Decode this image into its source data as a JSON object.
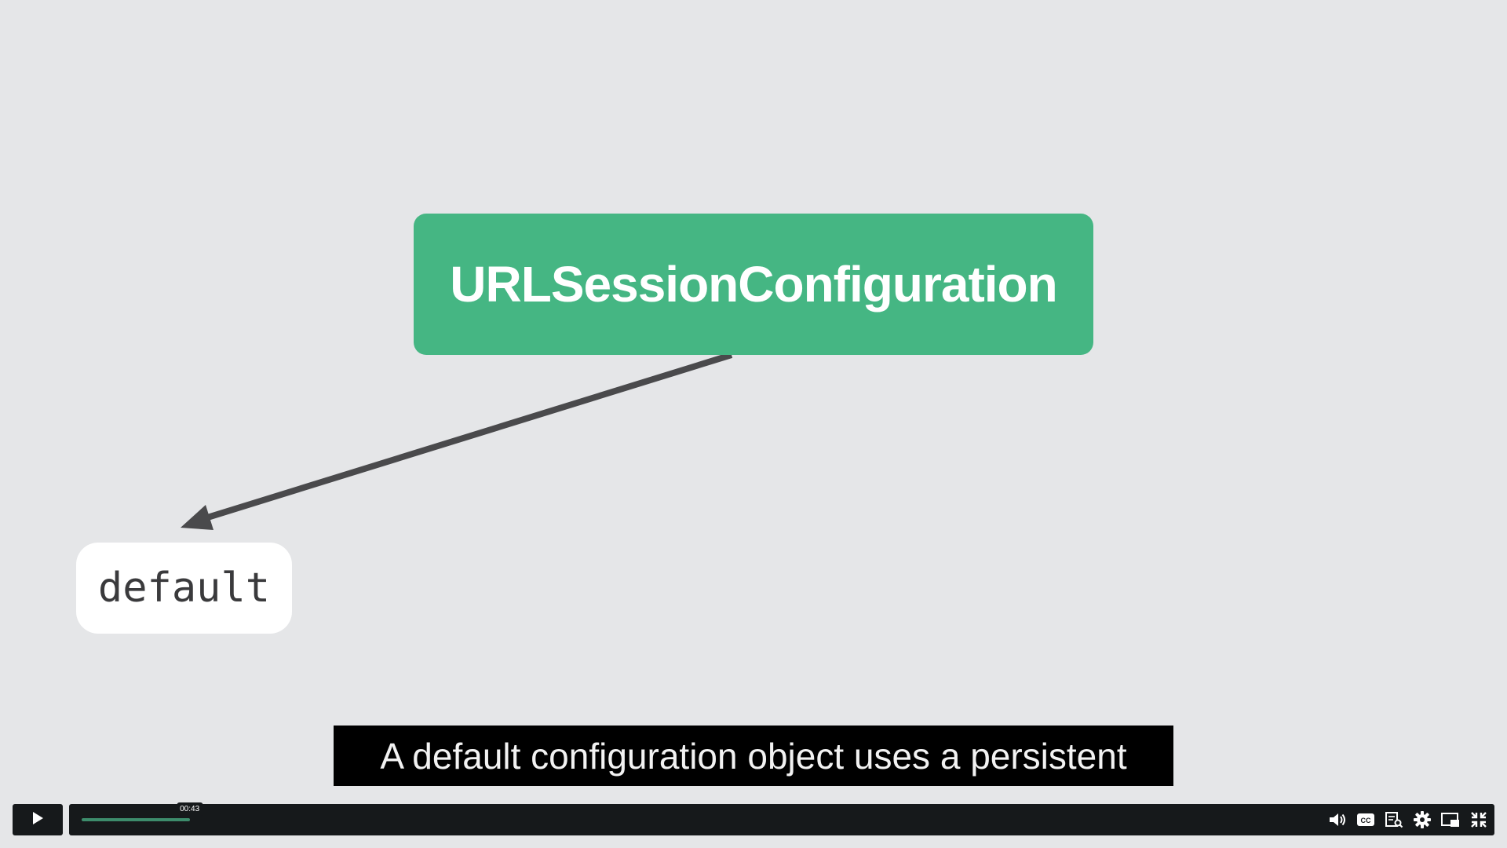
{
  "diagram": {
    "root_label": "URLSessionConfiguration",
    "child_label": "default"
  },
  "caption": {
    "text": "A default configuration object uses a persistent"
  },
  "player": {
    "current_time": "00:43",
    "progress_fraction": 0.093,
    "accent_color": "#3d8c6c",
    "node_color": "#45b683",
    "icons": [
      "play-icon",
      "volume-icon",
      "closed-captions-icon",
      "transcript-icon",
      "settings-icon",
      "picture-in-picture-icon",
      "exit-fullscreen-icon"
    ]
  }
}
